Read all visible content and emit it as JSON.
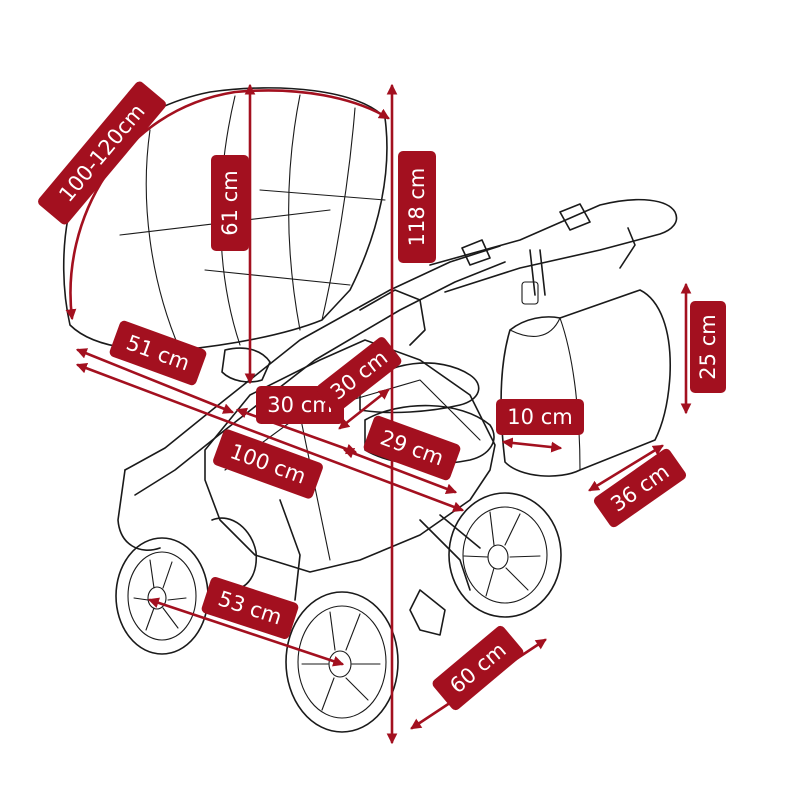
{
  "colors": {
    "accent": "#a3101f",
    "line": "#1a1a1a"
  },
  "labels": {
    "canopy_arc": "100-120cm",
    "canopy_height": "61 cm",
    "total_height": "118 cm",
    "seat_length": "51 cm",
    "seat_width": "30 cm",
    "backrest": "30 cm",
    "footrest": "29 cm",
    "total_length": "100 cm",
    "bag_height": "25 cm",
    "bag_depth": "10 cm",
    "bag_width": "36 cm",
    "wheelbase": "53 cm",
    "track_width": "60 cm"
  }
}
